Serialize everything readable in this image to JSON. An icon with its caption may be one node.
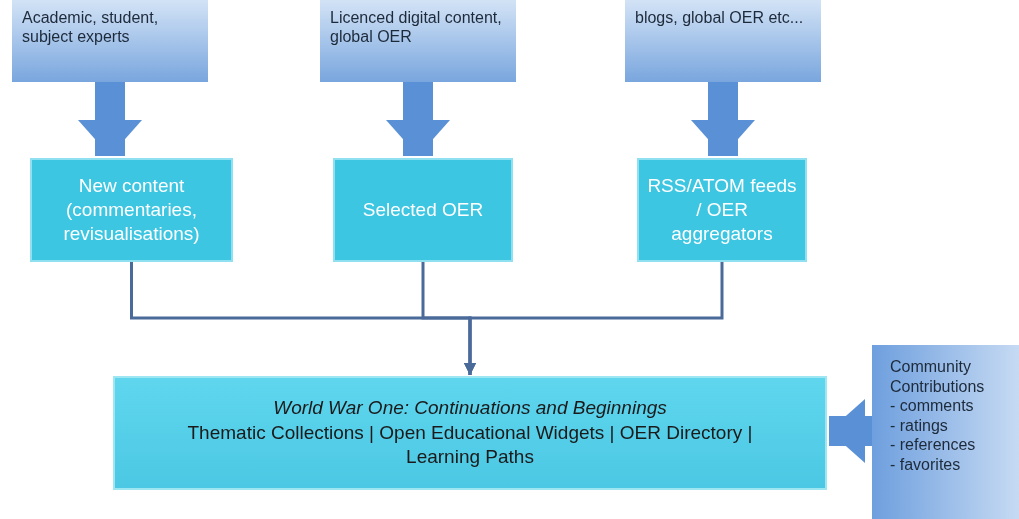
{
  "diagram": {
    "nodes": [
      {
        "text": [
          "Academic, student, subject experts"
        ]
      },
      {
        "text": [
          "Licenced digital content, global OER"
        ]
      },
      {
        "text": [
          "blogs, global OER etc..."
        ]
      },
      {
        "text": [
          "New content (commentaries, revisualisations)"
        ]
      },
      {
        "text": [
          "Selected OER"
        ]
      },
      {
        "text": [
          "RSS/ATOM feeds / OER aggregators"
        ]
      },
      {
        "text": [
          "World War One: Continuations and Beginnings",
          "Thematic Collections | Open Educational Widgets | OER Directory | Learning Paths"
        ]
      },
      {
        "text": [
          "Community Contributions",
          "- comments",
          "- ratings",
          "- references",
          "- favorites"
        ]
      }
    ],
    "edges": [
      {
        "from": 0,
        "to": 3,
        "arrow": "to"
      },
      {
        "from": 1,
        "to": 4,
        "arrow": "to"
      },
      {
        "from": 2,
        "to": 5,
        "arrow": "to"
      },
      {
        "from": 3,
        "to": 6,
        "arrow": "to",
        "color": "#4a6a99"
      },
      {
        "from": 4,
        "to": 6,
        "arrow": "to",
        "color": "#4a6a99"
      },
      {
        "from": 5,
        "to": 6,
        "arrow": "to",
        "color": "#4a6a99"
      },
      {
        "from": 7,
        "to": 6,
        "arrow": "to"
      }
    ]
  }
}
